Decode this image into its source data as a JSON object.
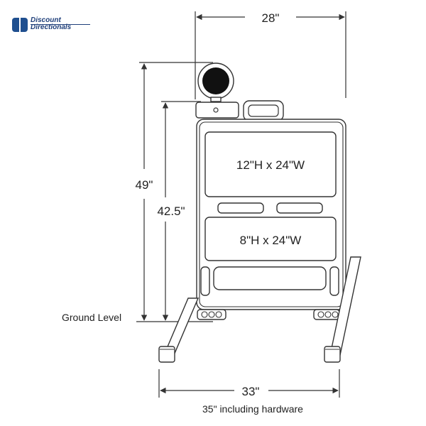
{
  "brand": {
    "line1": "Discount",
    "line2": "Directionals",
    "color": "#1f4f8f"
  },
  "dimensions": {
    "top_width": "28\"",
    "total_height": "49\"",
    "frame_height": "42.5\"",
    "base_width": "33\"",
    "base_note": "35\" including hardware",
    "ground_label": "Ground Level"
  },
  "panels": {
    "upper": "12\"H x 24\"W",
    "lower": "8\"H x 24\"W"
  }
}
